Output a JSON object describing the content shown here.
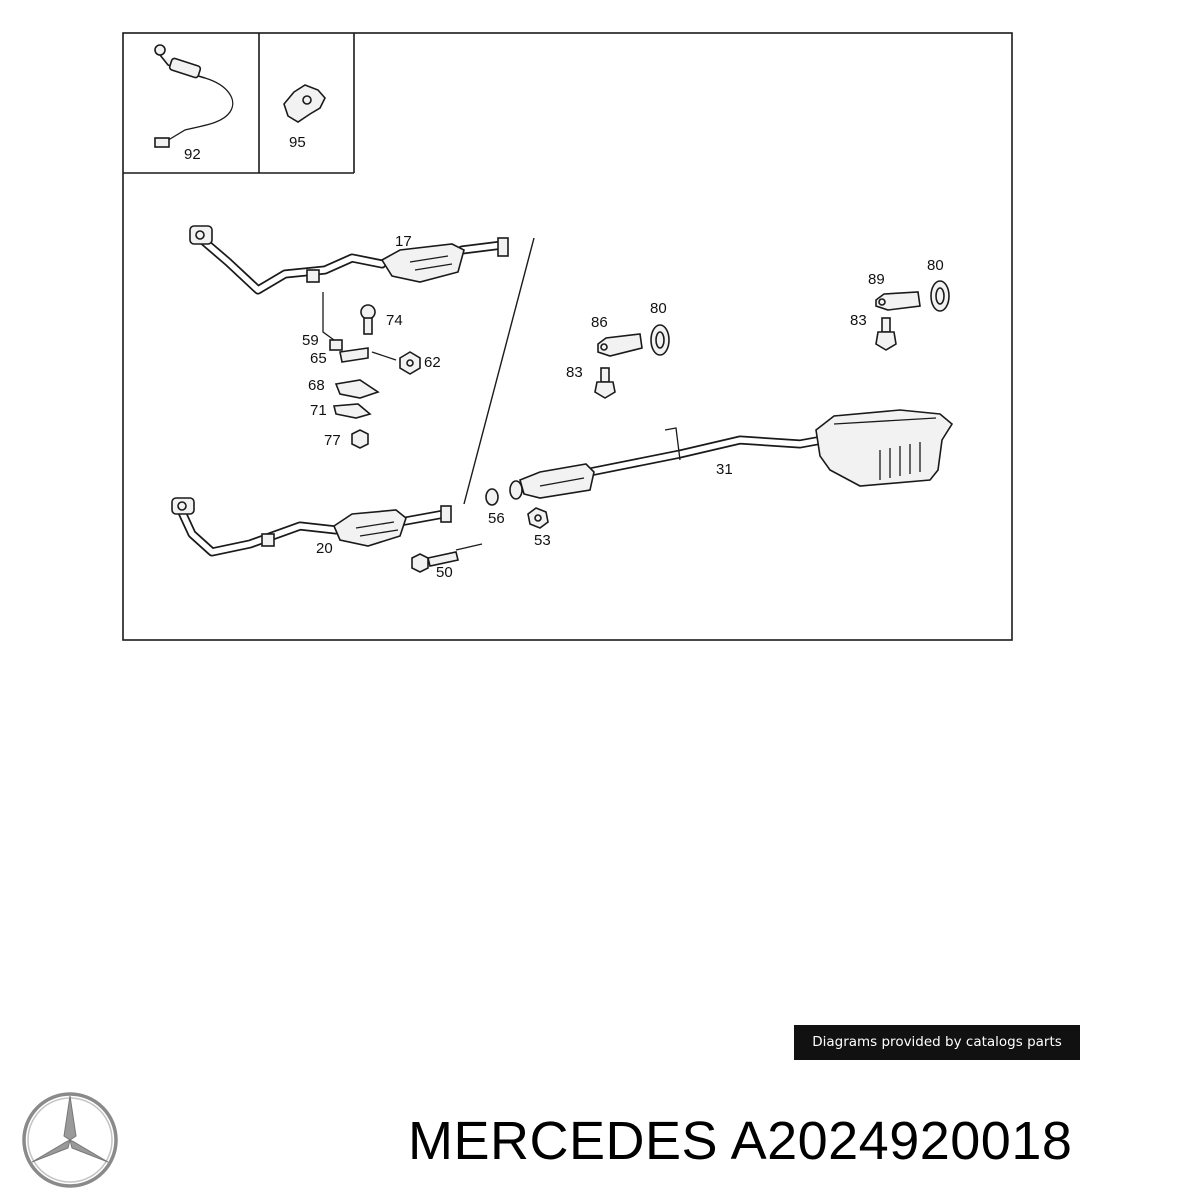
{
  "callouts": {
    "p92": "92",
    "p95": "95",
    "p17": "17",
    "p74": "74",
    "p59": "59",
    "p65": "65",
    "p62": "62",
    "p68": "68",
    "p71": "71",
    "p77": "77",
    "p86": "86",
    "p80a": "80",
    "p83a": "83",
    "p89": "89",
    "p80b": "80",
    "p83b": "83",
    "p31": "31",
    "p56": "56",
    "p53": "53",
    "p20": "20",
    "p50": "50"
  },
  "credit_text": "Diagrams provided by catalogs parts",
  "caption": "MERCEDES A2024920018",
  "logo_icon": "mercedes-star-icon",
  "colors": {
    "ink": "#1a1a1a",
    "badge_bg": "#111111",
    "badge_fg": "#ffffff"
  }
}
